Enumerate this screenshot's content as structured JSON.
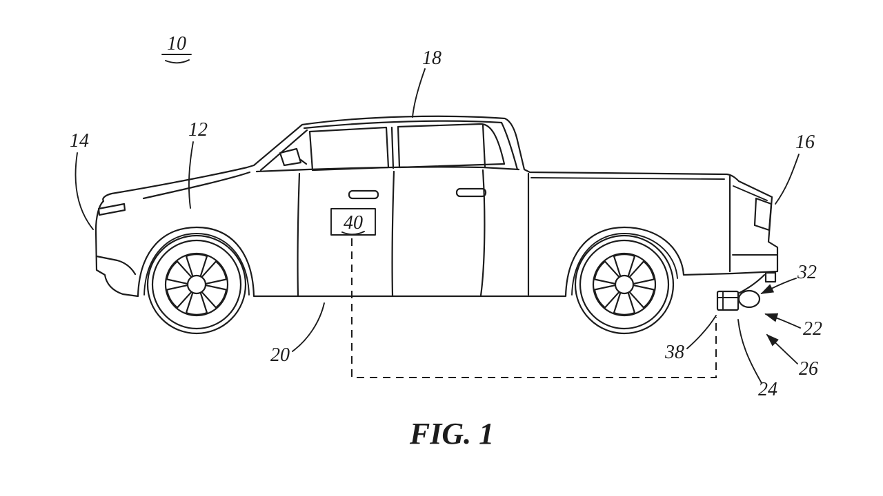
{
  "figure": {
    "caption": "FIG. 1",
    "labels": {
      "l10": "10",
      "l12": "12",
      "l14": "14",
      "l16": "16",
      "l18": "18",
      "l20": "20",
      "l22": "22",
      "l24": "24",
      "l26": "26",
      "l32": "32",
      "l38": "38",
      "l40": "40"
    },
    "colors": {
      "ink": "#1c1c1c",
      "background": "#ffffff"
    },
    "description": "Patent line drawing of a pickup truck side view with reference numerals and a trailer-hitch sensor assembly at the rear"
  }
}
